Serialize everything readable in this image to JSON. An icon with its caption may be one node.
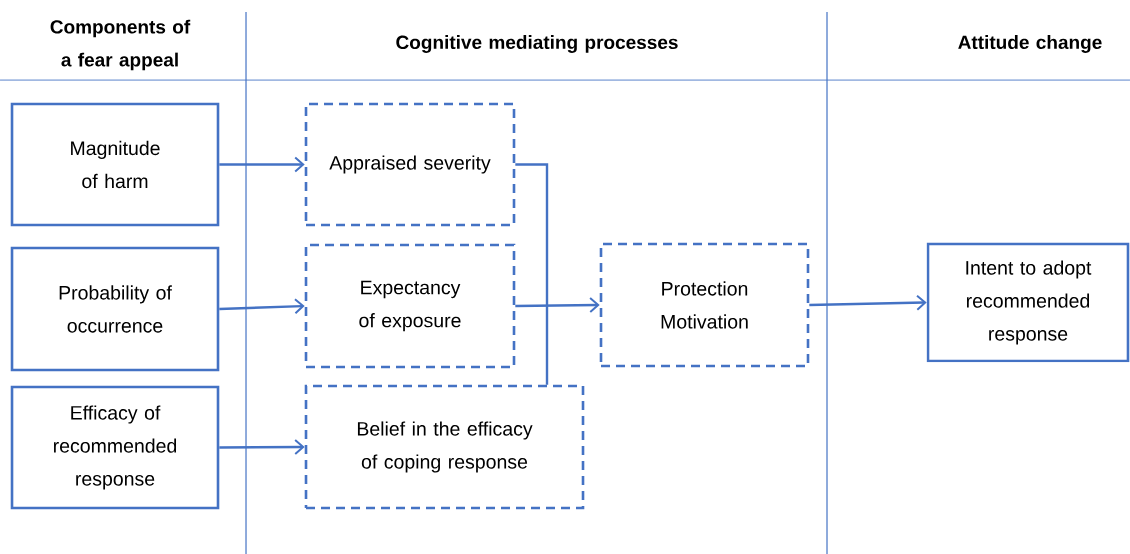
{
  "diagram": {
    "nodes": [
      {
        "text": [
          "Magnitude of harm"
        ]
      },
      {
        "text": [
          "Probability of occurrence"
        ]
      },
      {
        "text": [
          "Efficacy of recommended response"
        ]
      },
      {
        "text": [
          "Appraised severity"
        ]
      },
      {
        "text": [
          "Expectancy of exposure"
        ]
      },
      {
        "text": [
          "Belief in the efficacy of coping response"
        ]
      },
      {
        "text": [
          "Protection Motivation"
        ]
      },
      {
        "text": [
          "Intent to adopt recommended response"
        ]
      }
    ],
    "edges": [
      {
        "from": 0,
        "to": 3,
        "arrow": "to"
      },
      {
        "from": 1,
        "to": 4,
        "arrow": "to"
      },
      {
        "from": 2,
        "to": 5,
        "arrow": "to"
      },
      {
        "from": 3,
        "to": 5,
        "arrow": "none"
      },
      {
        "from": 4,
        "to": 6,
        "arrow": "to"
      },
      {
        "from": 6,
        "to": 7,
        "arrow": "to"
      }
    ],
    "labels": [
      "Components of a fear appeal",
      "Cognitive mediating processes",
      "Attitude change"
    ]
  }
}
